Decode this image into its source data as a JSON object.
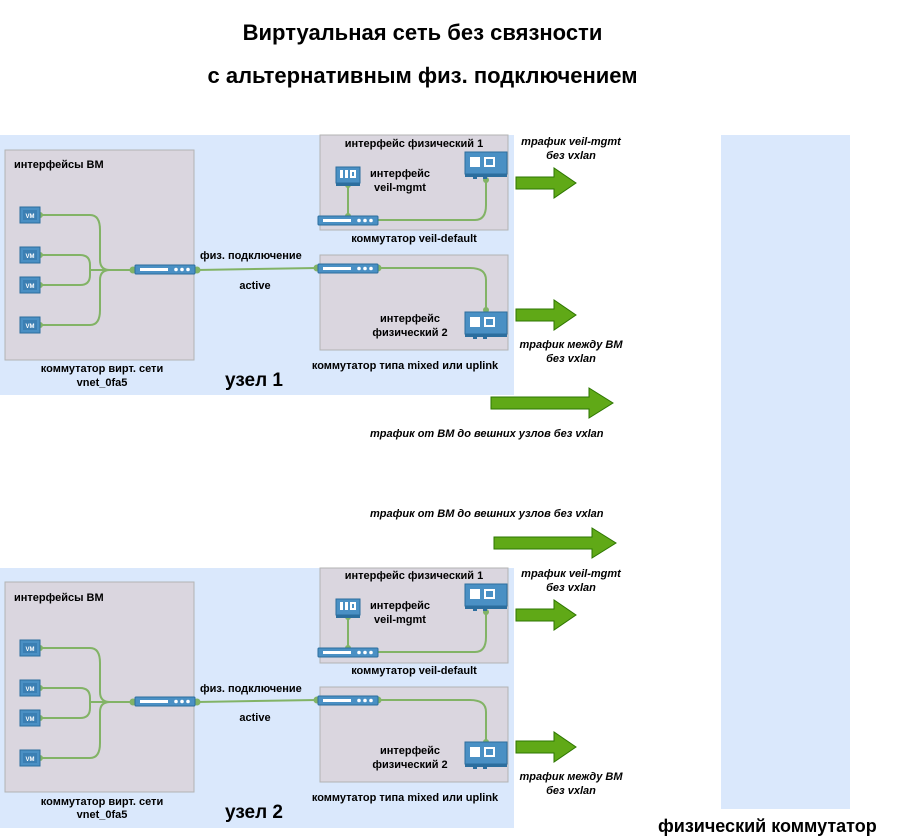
{
  "title": {
    "line1": "Виртуальная сеть без связности",
    "line2": "с альтернативным физ. подключением"
  },
  "nodes": [
    {
      "name": "узел 1",
      "vm_group_label": "интерфейсы ВМ",
      "vm_icons": [
        "VM",
        "VM",
        "VM",
        "VM"
      ],
      "vswitch_label_line1": "коммутатор вирт. сети",
      "vswitch_label_line2": "vnet_0fa5",
      "phys_link_label": "физ. подключение",
      "phys_link_state": "active",
      "phys_iface1_label": "интерфейс физический 1",
      "mgmt_iface_line1": "интерфейс",
      "mgmt_iface_line2": "veil-mgmt",
      "default_switch_label": "коммутатор veil-default",
      "phys_iface2_line1": "интерфейс",
      "phys_iface2_line2": "физический 2",
      "uplink_switch_label": "коммутатор типа mixed или uplink"
    },
    {
      "name": "узел 2",
      "vm_group_label": "интерфейсы ВМ",
      "vm_icons": [
        "VM",
        "VM",
        "VM",
        "VM"
      ],
      "vswitch_label_line1": "коммутатор вирт. сети",
      "vswitch_label_line2": "vnet_0fa5",
      "phys_link_label": "физ. подключение",
      "phys_link_state": "active",
      "phys_iface1_label": "интерфейс физический 1",
      "mgmt_iface_line1": "интерфейс",
      "mgmt_iface_line2": "veil-mgmt",
      "default_switch_label": "коммутатор veil-default",
      "phys_iface2_line1": "интерфейс",
      "phys_iface2_line2": "физический 2",
      "uplink_switch_label": "коммутатор типа mixed или uplink"
    }
  ],
  "traffic": {
    "mgmt_line1": "трафик veil-mgmt",
    "mgmt_line2": "без vxlan",
    "vm_line1": "трафик между ВМ",
    "vm_line2": "без vxlan",
    "external": "трафик от ВМ до вешних узлов без vxlan"
  },
  "physical_switch_label": "физический коммутатор",
  "colors": {
    "node_bg": "#dae8fc",
    "group_bg": "#dad6df",
    "group_border": "#b3b3b3",
    "link": "#82b366",
    "arrow": "#60a917",
    "arrow_border": "#2d7600",
    "device": "#4a90c4"
  }
}
